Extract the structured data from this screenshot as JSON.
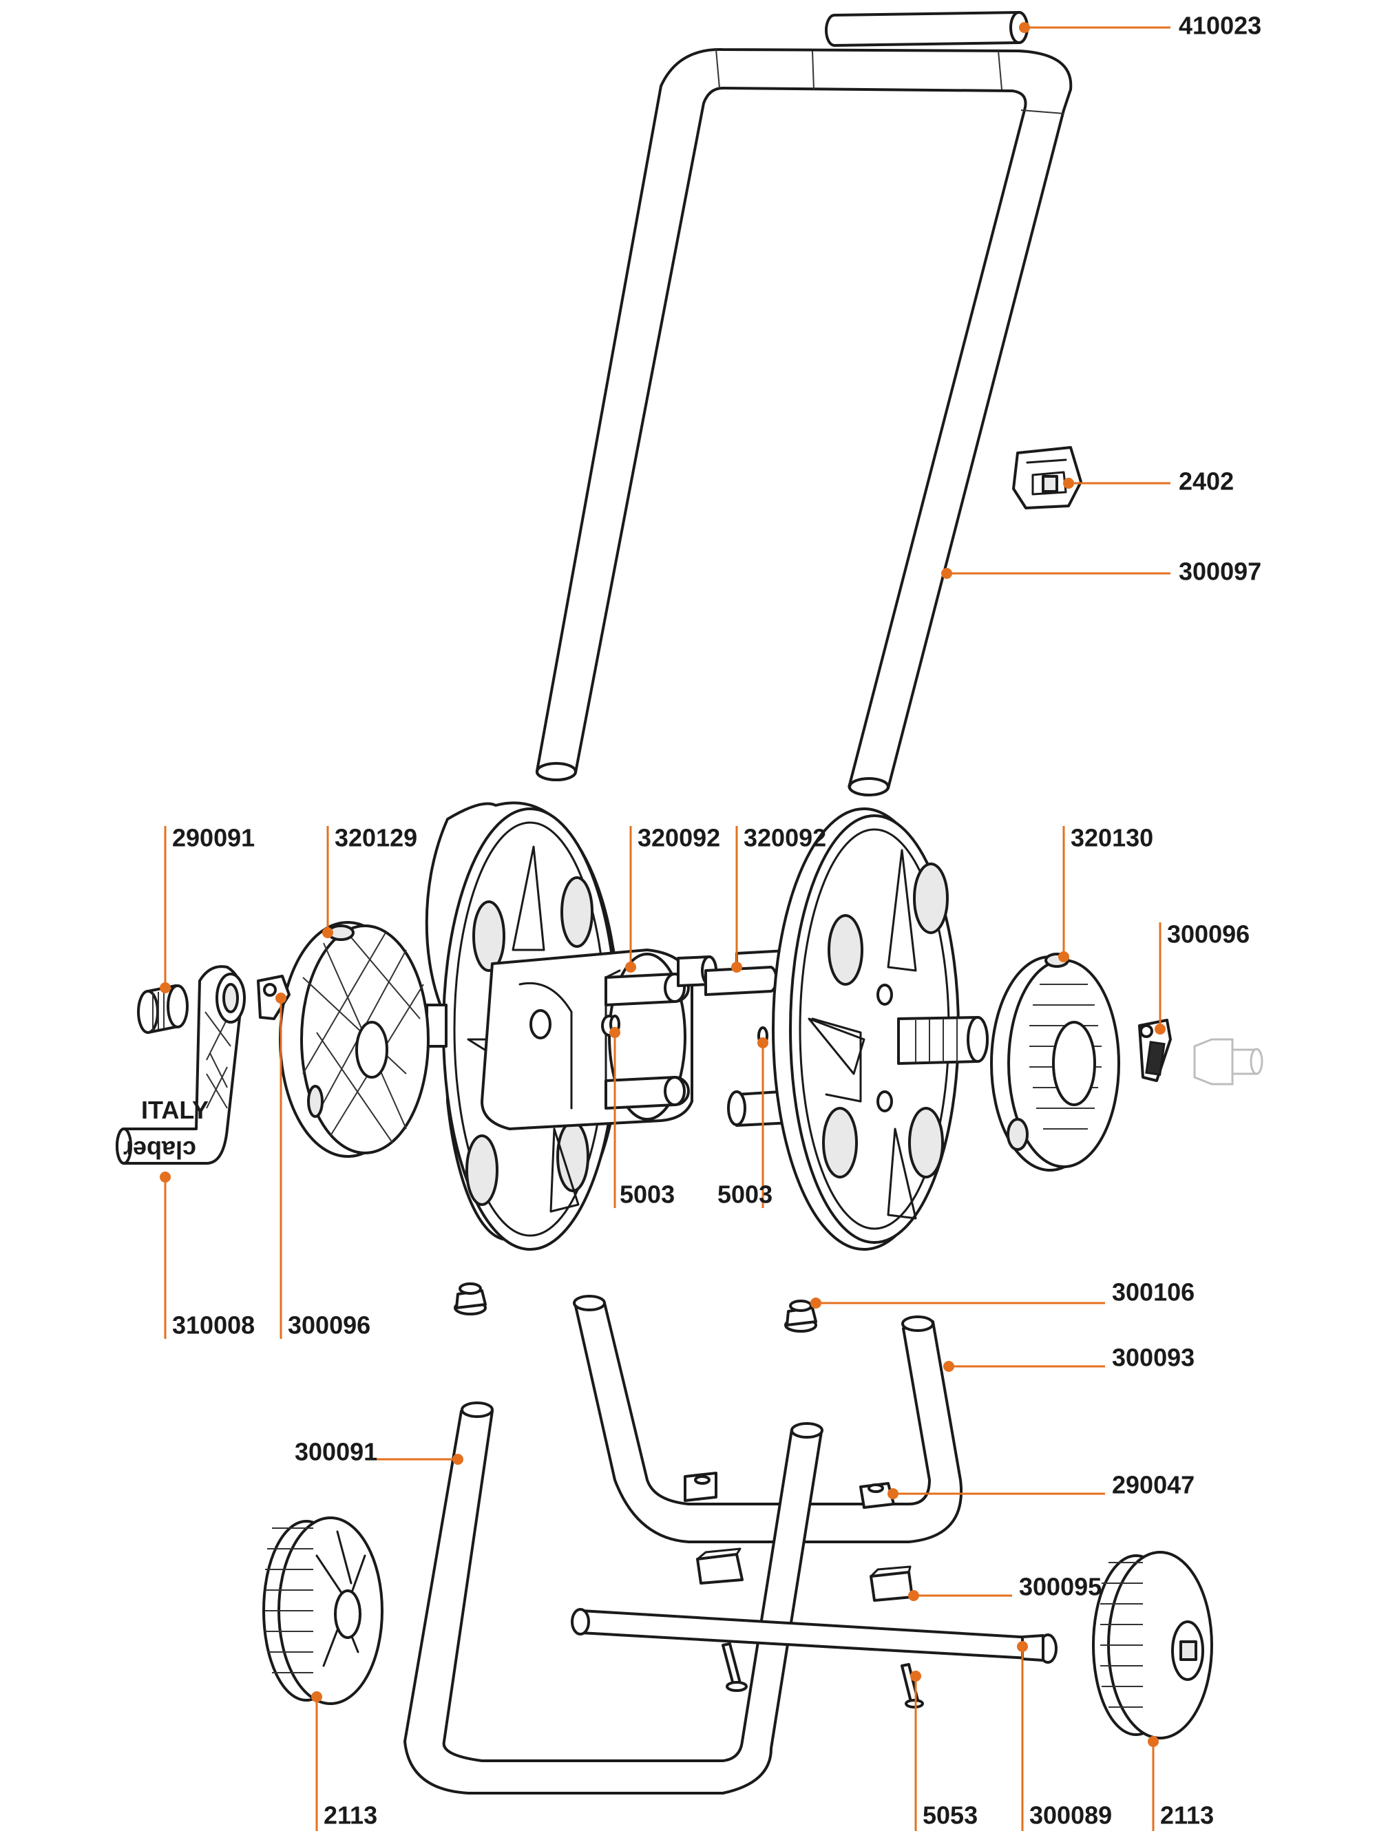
{
  "accent_color": "#e4701e",
  "callouts": [
    {
      "id": "c1",
      "part_number": "410023"
    },
    {
      "id": "c2",
      "part_number": "2402"
    },
    {
      "id": "c3",
      "part_number": "300097"
    },
    {
      "id": "c4",
      "part_number": "290091"
    },
    {
      "id": "c5",
      "part_number": "320129"
    },
    {
      "id": "c6",
      "part_number": "320092"
    },
    {
      "id": "c7",
      "part_number": "320092"
    },
    {
      "id": "c8",
      "part_number": "320130"
    },
    {
      "id": "c9",
      "part_number": "300096"
    },
    {
      "id": "c10",
      "part_number": "5003"
    },
    {
      "id": "c11",
      "part_number": "5003"
    },
    {
      "id": "c12",
      "part_number": "310008"
    },
    {
      "id": "c13",
      "part_number": "300096"
    },
    {
      "id": "c14",
      "part_number": "300106"
    },
    {
      "id": "c15",
      "part_number": "300093"
    },
    {
      "id": "c16",
      "part_number": "300091"
    },
    {
      "id": "c17",
      "part_number": "290047"
    },
    {
      "id": "c18",
      "part_number": "300095"
    },
    {
      "id": "c19",
      "part_number": "2113"
    },
    {
      "id": "c20",
      "part_number": "5053"
    },
    {
      "id": "c21",
      "part_number": "300089"
    },
    {
      "id": "c22",
      "part_number": "2113"
    }
  ],
  "crank_brand": "claber",
  "crank_origin": "ITALY"
}
